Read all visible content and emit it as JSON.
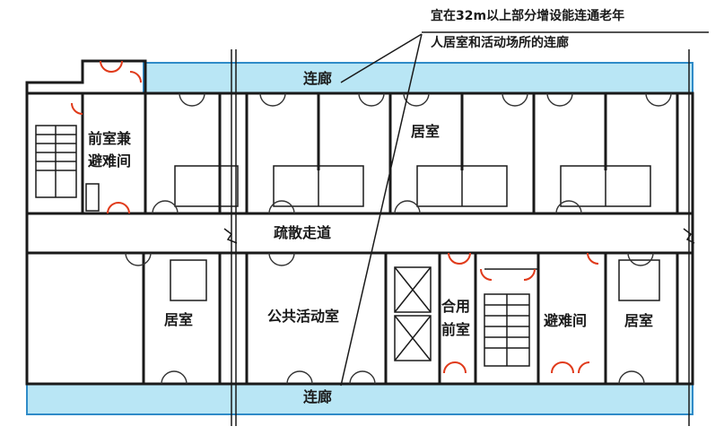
{
  "annotation": {
    "line1": "宜在32m以上部分增设能连通老年",
    "line2": "人居室和活动场所的连廊"
  },
  "labels": {
    "corridor_top": "连廊",
    "corridor_bottom": "连廊",
    "front_room_refuge_1": "前室兼",
    "front_room_refuge_2": "避难间",
    "bedroom_top": "居室",
    "evacuation_aisle": "疏散走道",
    "bedroom_left": "居室",
    "public_activity_room": "公共活动室",
    "shared_front_room_1": "合用",
    "shared_front_room_2": "前室",
    "refuge_room": "避难间",
    "bedroom_right": "居室"
  },
  "colors": {
    "corridor_fill": "#b9e6f5",
    "corridor_stroke": "#2f8bc8",
    "fire_door": "#e03a1a",
    "wall": "#1a1a1a"
  }
}
